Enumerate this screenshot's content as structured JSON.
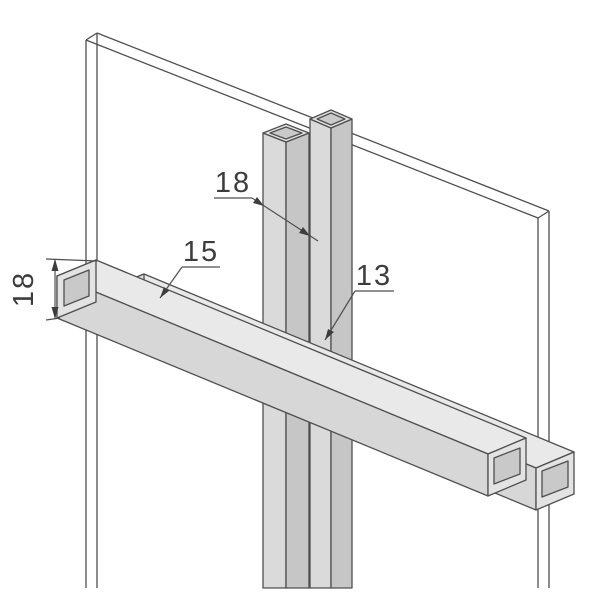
{
  "meta": {
    "title": "Square tube profile assembly on glass panel - dimensioned isometric drawing"
  },
  "palette": {
    "background": "#ffffff",
    "line": "#4f4f4f",
    "face_top": "#e9e9e9",
    "face_front": "#d7d7d7",
    "face_side": "#c6c6c6",
    "face_ring": "#e3e3e3",
    "face_hole": "#c9c9c9",
    "dimension_text": "#3d3d3d",
    "arrow_fill": "#3d3d3d"
  },
  "dimensions": {
    "post_width": {
      "label": "18"
    },
    "rail_top": {
      "label": "15"
    },
    "gap": {
      "label": "13"
    },
    "rail_height": {
      "label": "18"
    }
  }
}
